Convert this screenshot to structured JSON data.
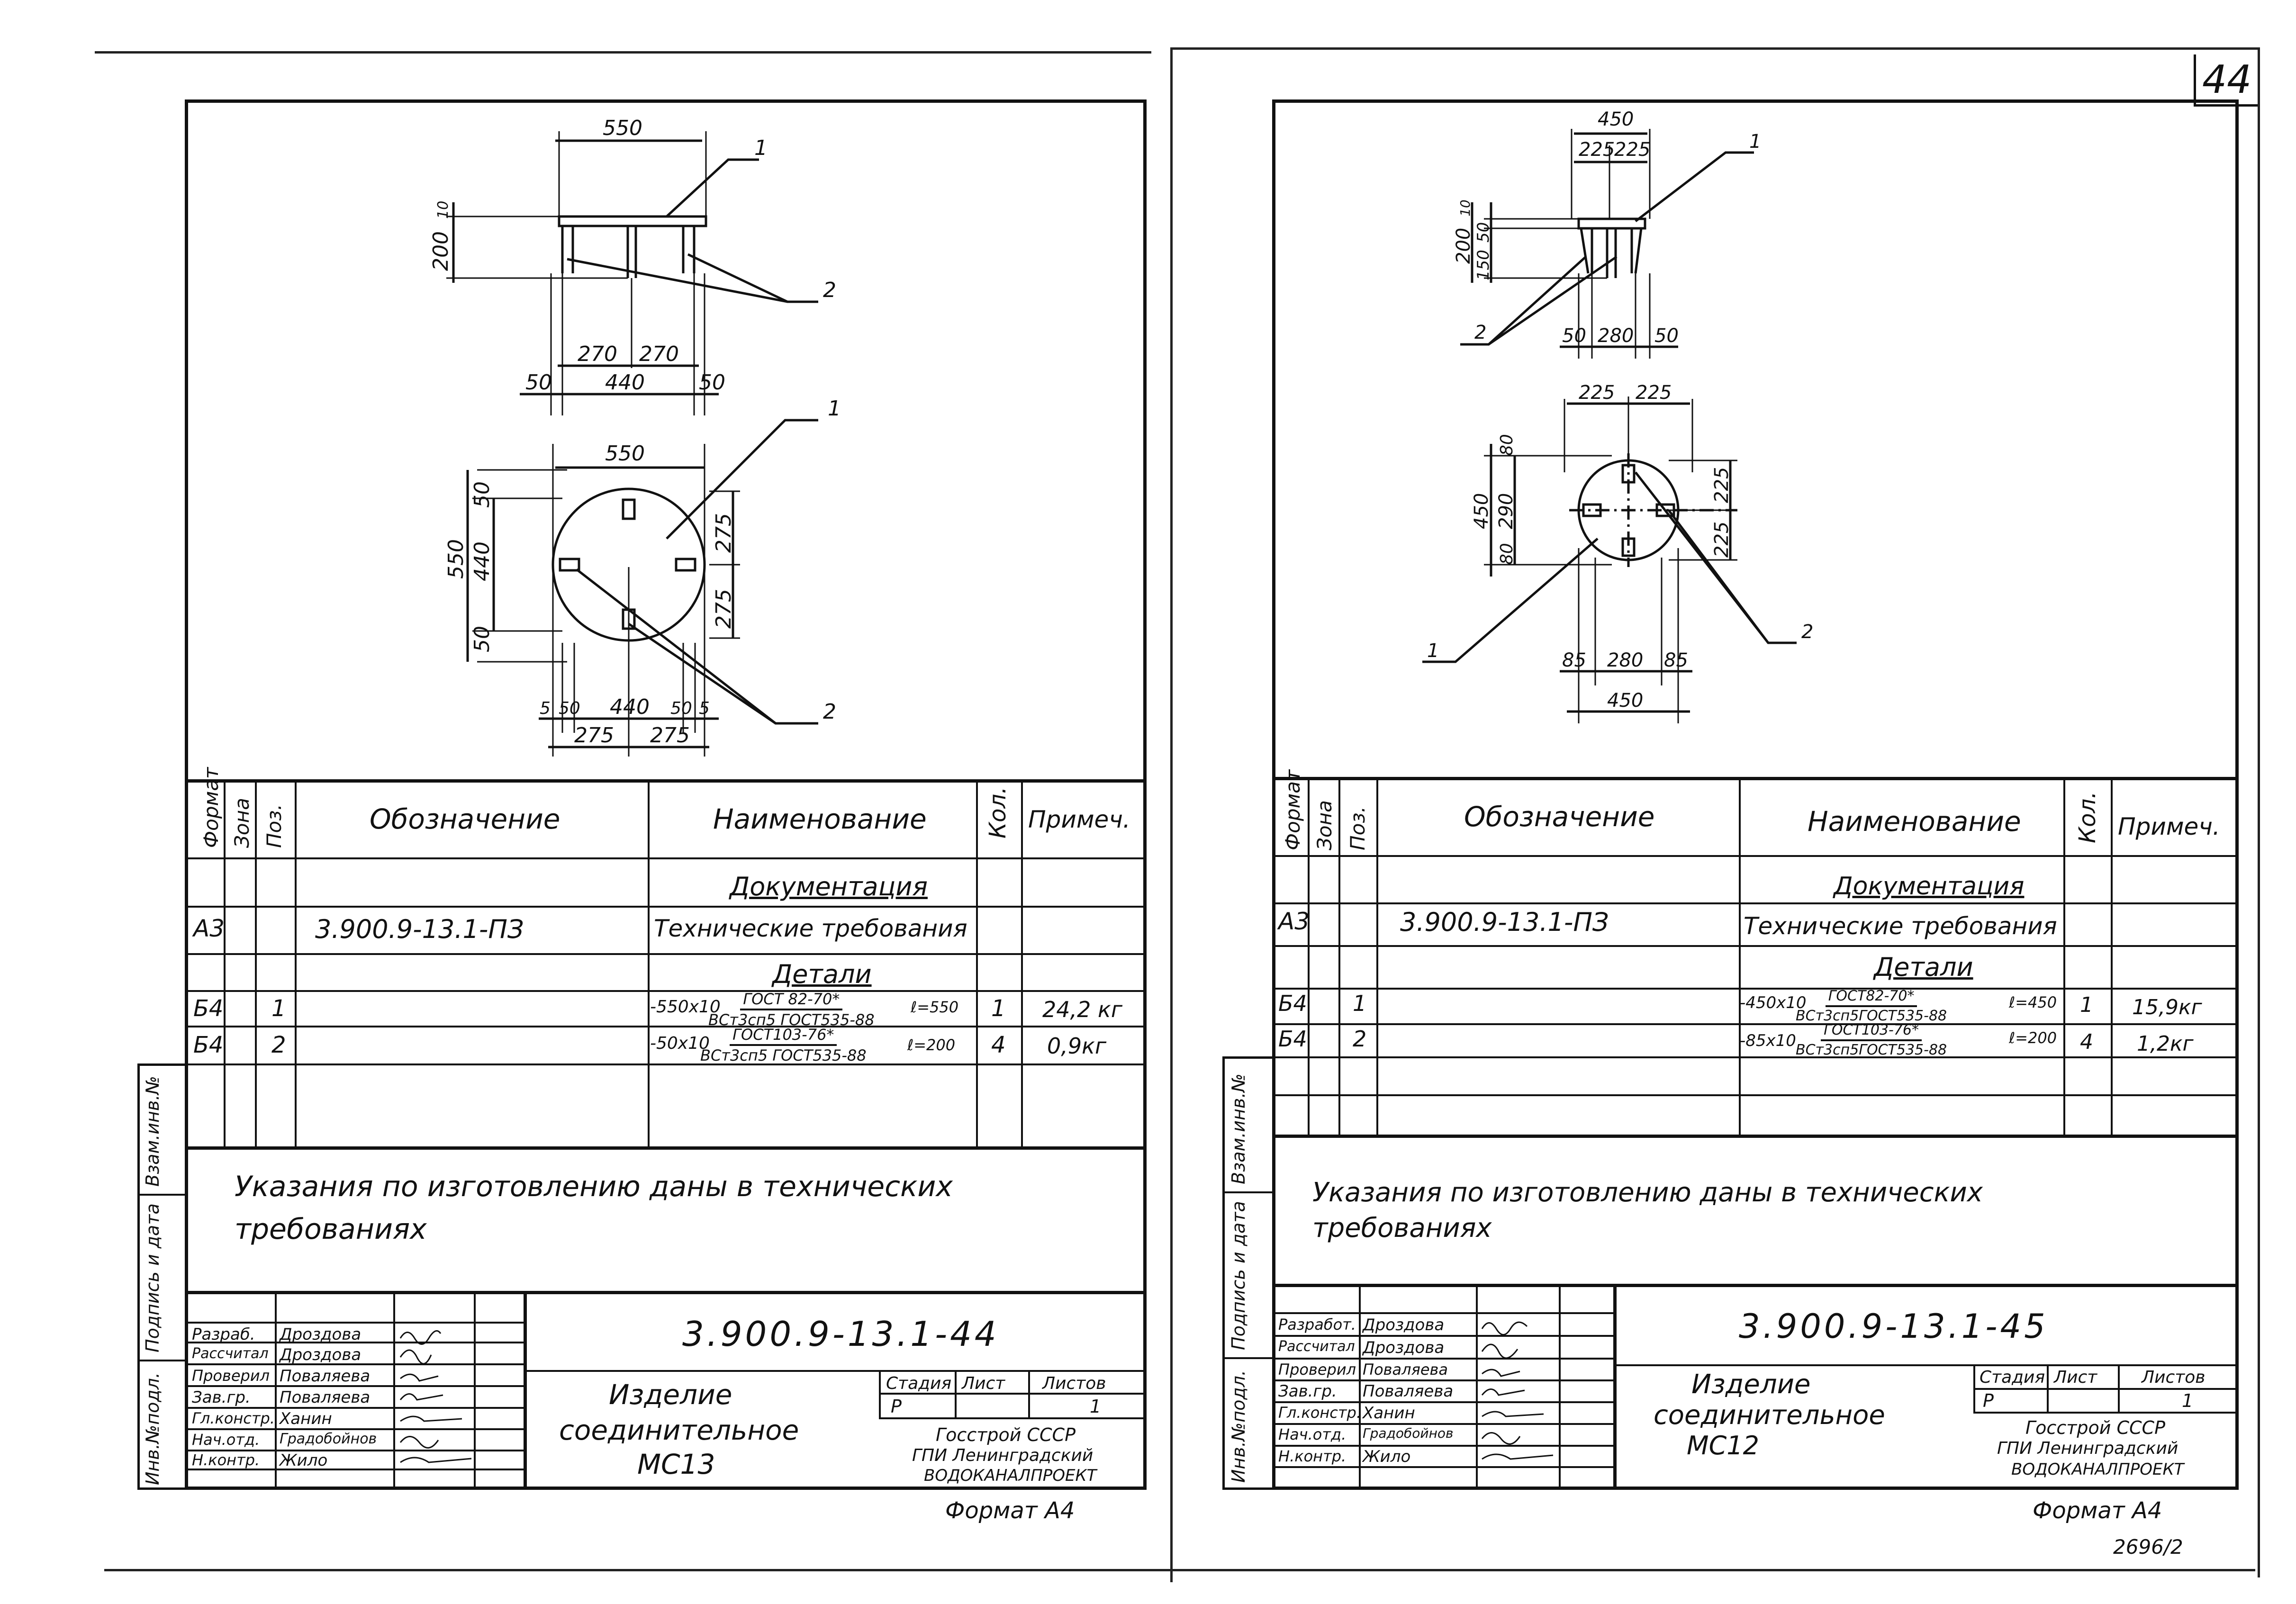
{
  "page_number": "44",
  "bottom_mark": "2696/2",
  "common": {
    "header": {
      "format": "Формат",
      "zone": "Зона",
      "pos": "Поз.",
      "designation": "Обозначение",
      "name": "Наименование",
      "qty": "Кол.",
      "note": "Примеч."
    },
    "section_docs": "Документация",
    "section_parts": "Детали",
    "format_a4": "Формат А4",
    "org_line1": "Госстрой СССР",
    "org_line2": "ГПИ Ленинградский",
    "org_line3": "ВОДОКАНАЛПРОЕКТ",
    "stage_label": "Стадия",
    "sheet_label": "Лист",
    "sheets_label": "Листов",
    "stage_value": "Р",
    "sheets_value": "1",
    "side_inv_no": "Инв.№подл.",
    "side_sign_date": "Подпись и дата",
    "side_interchange": "Взам.инв.№"
  },
  "left": {
    "doc_number": "3.900.9-13.1-44",
    "title_line1": "Изделие",
    "title_line2": "соединительное",
    "title_line3": "МС13",
    "note_line1": "Указания по изготовлению даны в технических",
    "note_line2": "требованиях",
    "rows": [
      {
        "format": "А3",
        "pos": "",
        "designation": "3.900.9-13.1-ПЗ",
        "name": "Технические требования",
        "qty": "",
        "note": ""
      },
      {
        "format": "Б4",
        "pos": "1",
        "designation": "",
        "name_prefix": "-550х10",
        "frac_num": "ГОСТ 82-70*",
        "frac_den": "ВСт3сп5 ГОСТ535-88",
        "name_suffix": "ℓ=550",
        "qty": "1",
        "note": "24,2 кг"
      },
      {
        "format": "Б4",
        "pos": "2",
        "designation": "",
        "name_prefix": "-50х10",
        "frac_num": "ГОСТ103-76*",
        "frac_den": "ВСт3сп5 ГОСТ535-88",
        "name_suffix": "ℓ=200",
        "qty": "4",
        "note": "0,9кг"
      }
    ],
    "signatures": [
      {
        "role": "Разраб.",
        "name": "Дроздова"
      },
      {
        "role": "Рассчитал",
        "name": "Дроздова"
      },
      {
        "role": "Проверил",
        "name": "Поваляева"
      },
      {
        "role": "Зав.гр.",
        "name": "Поваляева"
      },
      {
        "role": "Гл.констр.",
        "name": "Ханин"
      },
      {
        "role": "Нач.отд.",
        "name": "Градобойнов"
      },
      {
        "role": "Н.контр.",
        "name": "Жило"
      }
    ],
    "drawing": {
      "d550a": "550",
      "d200": "200",
      "d10": "10",
      "d270a": "270",
      "d270b": "270",
      "d50a": "50",
      "d440a": "440",
      "d50b": "50",
      "d550b": "550",
      "d550c": "550",
      "d50c": "50",
      "d440b": "440",
      "d50d": "50",
      "d275a": "275",
      "d275b": "275",
      "d5a": "5",
      "d50e": "50",
      "d440c": "440",
      "d50f": "50",
      "d5b": "5",
      "d275c": "275",
      "d275d": "275",
      "lead1a": "1",
      "lead2a": "2",
      "lead1b": "1",
      "lead2b": "2"
    }
  },
  "right": {
    "doc_number": "3.900.9-13.1-45",
    "title_line1": "Изделие",
    "title_line2": "соединительное",
    "title_line3": "МС12",
    "note_line1": "Указания по изготовлению даны в технических",
    "note_line2": "требованиях",
    "rows": [
      {
        "format": "А3",
        "pos": "",
        "designation": "3.900.9-13.1-ПЗ",
        "name": "Технические требования",
        "qty": "",
        "note": ""
      },
      {
        "format": "Б4",
        "pos": "1",
        "designation": "",
        "name_prefix": "-450х10",
        "frac_num": "ГОСТ82-70*",
        "frac_den": "ВСт3сп5ГОСТ535-88",
        "name_suffix": "ℓ=450",
        "qty": "1",
        "note": "15,9кг"
      },
      {
        "format": "Б4",
        "pos": "2",
        "designation": "",
        "name_prefix": "-85х10",
        "frac_num": "ГОСТ103-76*",
        "frac_den": "ВСт3сп5ГОСТ535-88",
        "name_suffix": "ℓ=200",
        "qty": "4",
        "note": "1,2кг"
      }
    ],
    "signatures": [
      {
        "role": "Разработ.",
        "name": "Дроздова"
      },
      {
        "role": "Рассчитал",
        "name": "Дроздова"
      },
      {
        "role": "Проверил",
        "name": "Поваляева"
      },
      {
        "role": "Зав.гр.",
        "name": "Поваляева"
      },
      {
        "role": "Гл.констр.",
        "name": "Ханин"
      },
      {
        "role": "Нач.отд.",
        "name": "Градобойнов"
      },
      {
        "role": "Н.контр.",
        "name": "Жило"
      }
    ],
    "drawing": {
      "d450a": "450",
      "d225a": "225",
      "d225b": "225",
      "d200": "200",
      "d10": "10",
      "d50a": "50",
      "d150": "150",
      "d50b": "50",
      "d280a": "280",
      "d50c": "50",
      "d225c": "225",
      "d225d": "225",
      "d80a": "80",
      "d450b": "450",
      "d290": "290",
      "d80b": "80",
      "d225e": "225",
      "d225f": "225",
      "d85a": "85",
      "d280b": "280",
      "d85b": "85",
      "d450c": "450",
      "lead1a": "1",
      "lead2a": "2",
      "lead1b": "1",
      "lead2b": "2"
    }
  }
}
